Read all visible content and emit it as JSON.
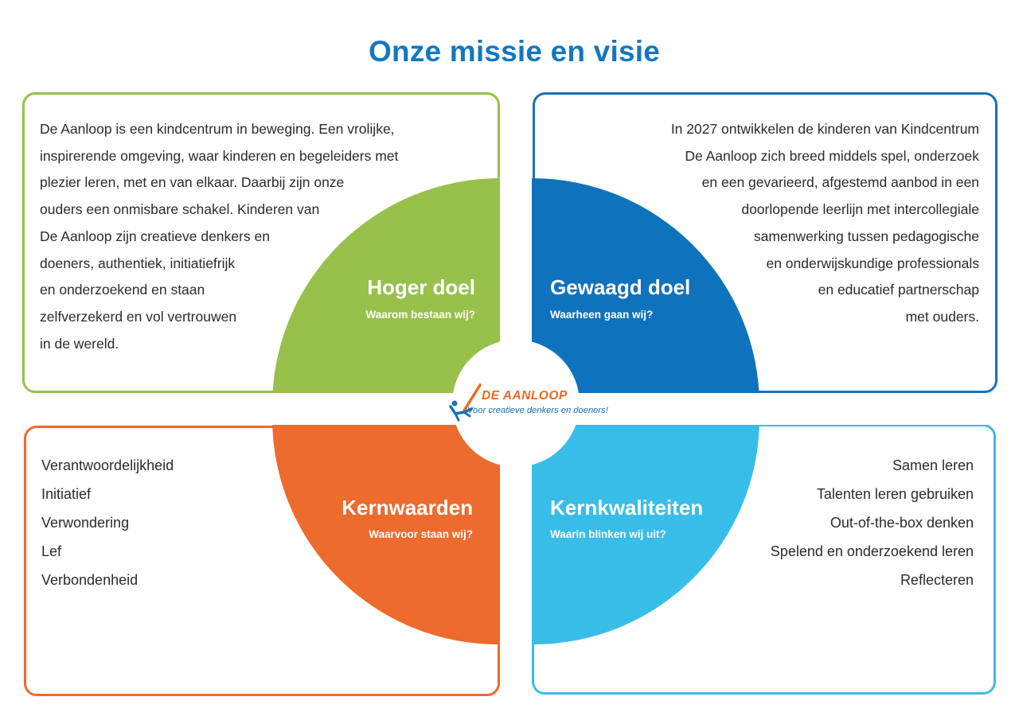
{
  "title": "Onze missie en visie",
  "colors": {
    "green": "#97c14a",
    "blue": "#0f72bc",
    "orange": "#ec6b2d",
    "cyan": "#38bde9",
    "title": "#1477bf"
  },
  "logo": {
    "name": "DE AANLOOP",
    "tagline": "Voor creatieve denkers en doeners!"
  },
  "quadrants": {
    "top_left": {
      "title": "Hoger doel",
      "subtitle": "Waarom bestaan wij?",
      "text_lines": [
        "De Aanloop is een kindcentrum in beweging. Een vrolijke,",
        "inspirerende omgeving, waar kinderen en begeleiders met",
        "plezier leren, met en van elkaar. Daarbij zijn onze",
        "ouders een onmisbare schakel. Kinderen van",
        "De Aanloop zijn creatieve denkers en",
        "doeners, authentiek, initiatiefrijk",
        "en onderzoekend en staan",
        "zelfverzekerd en vol vertrouwen",
        "in de wereld."
      ]
    },
    "top_right": {
      "title": "Gewaagd doel",
      "subtitle": "Waarheen gaan wij?",
      "text_lines": [
        "In 2027 ontwikkelen de kinderen van Kindcentrum",
        "De Aanloop zich breed middels spel, onderzoek",
        "en een gevarieerd, afgestemd aanbod in een",
        "doorlopende leerlijn met intercollegiale",
        "samenwerking tussen pedagogische",
        "en onderwijskundige professionals",
        "en educatief partnerschap",
        "met ouders."
      ]
    },
    "bottom_left": {
      "title": "Kernwaarden",
      "subtitle": "Waarvoor staan wij?",
      "items": [
        "Verantwoordelijkheid",
        "Initiatief",
        "Verwondering",
        "Lef",
        "Verbondenheid"
      ]
    },
    "bottom_right": {
      "title": "Kernkwaliteiten",
      "subtitle": "Waarin blinken wij uit?",
      "items": [
        "Samen leren",
        "Talenten leren gebruiken",
        "Out-of-the-box denken",
        "Spelend en onderzoekend leren",
        "Reflecteren"
      ]
    }
  }
}
